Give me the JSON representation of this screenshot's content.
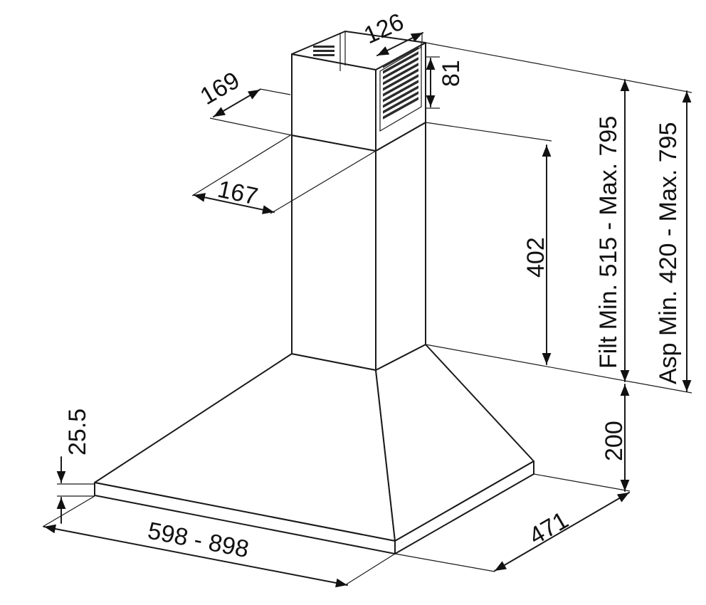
{
  "diagram": {
    "dimensions": {
      "chimney_depth": "169",
      "chimney_width": "167",
      "vent_width": "126",
      "vent_height": "81",
      "chimney_height": "402",
      "filter_range": "Filt Min. 515 - Max. 795",
      "extraction_range": "Asp Min. 420 - Max. 795",
      "canopy_height": "200",
      "rim_thickness": "25.5",
      "hood_width": "598 - 898",
      "hood_depth": "471"
    }
  }
}
